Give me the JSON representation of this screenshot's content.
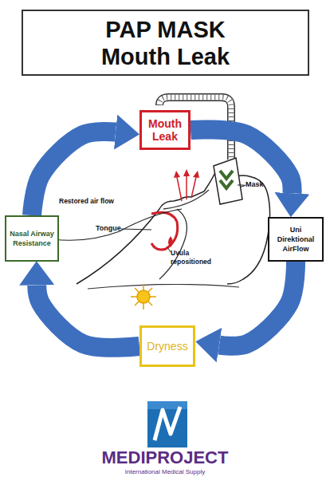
{
  "diagram": {
    "title": "PAP MASK Mouth Leak",
    "nodes": [
      {
        "text": [
          "Mouth Leak"
        ]
      },
      {
        "text": [
          "Nasal Airway Resistance"
        ]
      },
      {
        "text": [
          "Uni Direktional AirFlow"
        ]
      },
      {
        "text": [
          "Dryness"
        ]
      }
    ],
    "edges": [
      {
        "from": 0,
        "to": 2,
        "arrow": "to"
      },
      {
        "from": 2,
        "to": 3,
        "arrow": "to"
      },
      {
        "from": 3,
        "to": 1,
        "arrow": "to"
      },
      {
        "from": 1,
        "to": 0,
        "arrow": "to"
      }
    ],
    "labels": [
      "Restored air flow",
      "Mask",
      "Tongue",
      "Uvula repositioned",
      "MEDIPROJECT",
      "International Medical Supply"
    ]
  }
}
